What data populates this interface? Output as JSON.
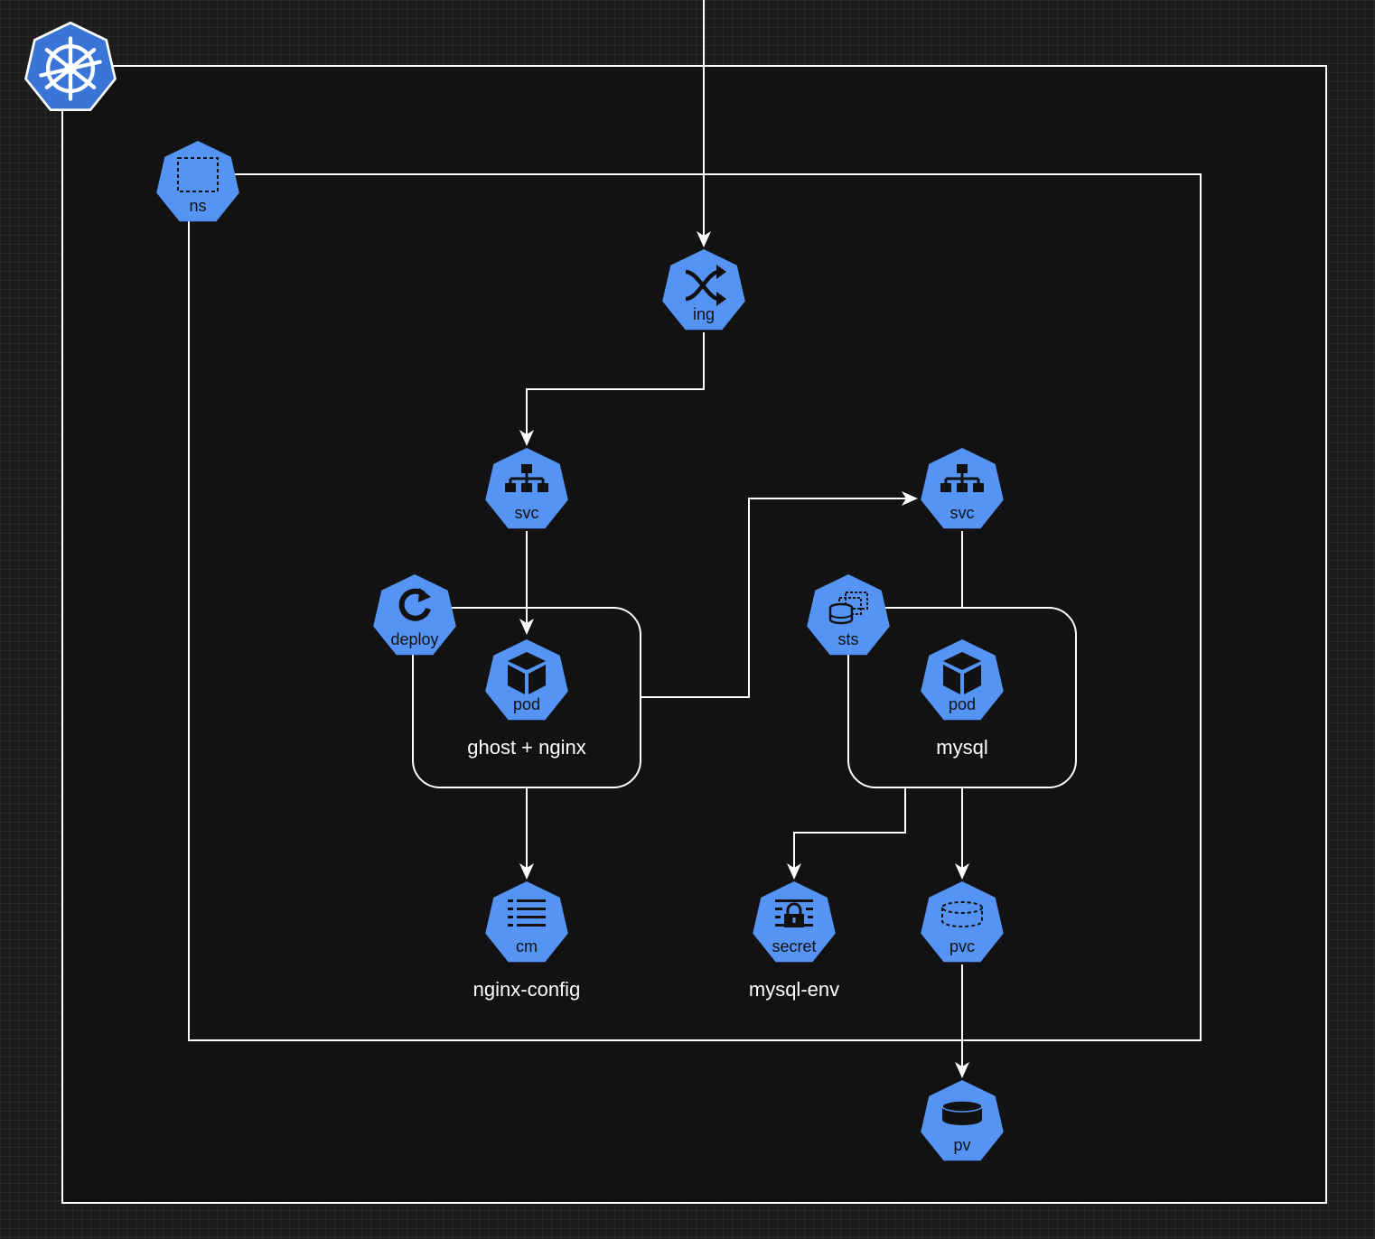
{
  "diagram": {
    "nodes": {
      "ns": {
        "label": "ns",
        "icon": "namespace-icon"
      },
      "ing": {
        "label": "ing",
        "icon": "ingress-shuffle-icon"
      },
      "svc_ghost": {
        "label": "svc",
        "icon": "service-network-icon"
      },
      "svc_mysql": {
        "label": "svc",
        "icon": "service-network-icon"
      },
      "deploy": {
        "label": "deploy",
        "icon": "deployment-rotate-icon"
      },
      "sts": {
        "label": "sts",
        "icon": "statefulset-icon"
      },
      "pod_ghost": {
        "label": "pod",
        "icon": "pod-cube-icon"
      },
      "pod_mysql": {
        "label": "pod",
        "icon": "pod-cube-icon"
      },
      "cm": {
        "label": "cm",
        "icon": "configmap-list-icon"
      },
      "secret": {
        "label": "secret",
        "icon": "secret-lock-icon"
      },
      "pvc": {
        "label": "pvc",
        "icon": "pvc-dashed-disk-icon"
      },
      "pv": {
        "label": "pv",
        "icon": "pv-disk-icon"
      },
      "k8s": {
        "label": "",
        "icon": "kubernetes-helm-icon"
      }
    },
    "captions": {
      "ghost_group": "ghost + nginx",
      "mysql_group": "mysql",
      "configmap": "nginx-config",
      "secret": "mysql-env"
    },
    "colors": {
      "node_fill": "#5593f4",
      "k8s_fill": "#3a74d6",
      "line": "#ffffff",
      "panel": "#121212"
    }
  }
}
